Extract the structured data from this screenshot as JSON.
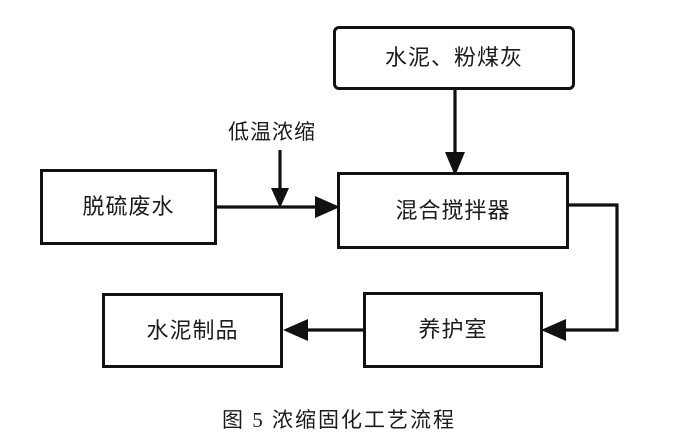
{
  "figure": {
    "caption": "图 5 浓缩固化工艺流程",
    "nodes": [
      {
        "id": "cement-flyash",
        "label": "水泥、粉煤灰"
      },
      {
        "id": "desulfurization-wastewater",
        "label": "脱硫废水"
      },
      {
        "id": "mixing-agitator",
        "label": "混合搅拌器"
      },
      {
        "id": "cement-products",
        "label": "水泥制品"
      },
      {
        "id": "curing-room",
        "label": "养护室"
      }
    ],
    "edge_labels": [
      {
        "id": "low-temperature-concentration",
        "label": "低温浓缩"
      }
    ],
    "colors": {
      "stroke": "#111111",
      "fill": "#ffffff",
      "text": "#1c1c1c",
      "background": "#ffffff"
    }
  }
}
